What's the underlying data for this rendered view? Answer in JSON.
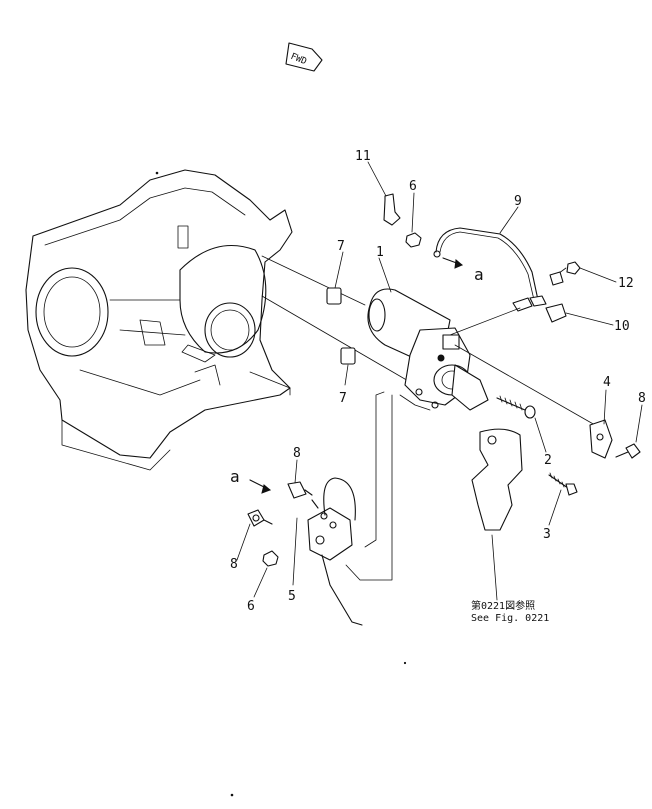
{
  "fwd_label": "FWD",
  "reference_note": {
    "line1": "第0221図参照",
    "line2": "See Fig. 0221"
  },
  "callouts": {
    "c1": "1",
    "c2": "2",
    "c3": "3",
    "c4": "4",
    "c5": "5",
    "c6_top": "6",
    "c6_bottom": "6",
    "c7_top": "7",
    "c7_bottom": "7",
    "c8_right": "8",
    "c8_upper_left": "8",
    "c8_lower_left": "8",
    "c9": "9",
    "c10": "10",
    "c11": "11",
    "c12": "12"
  },
  "connection_markers": {
    "a_right": "a",
    "a_left": "a"
  }
}
